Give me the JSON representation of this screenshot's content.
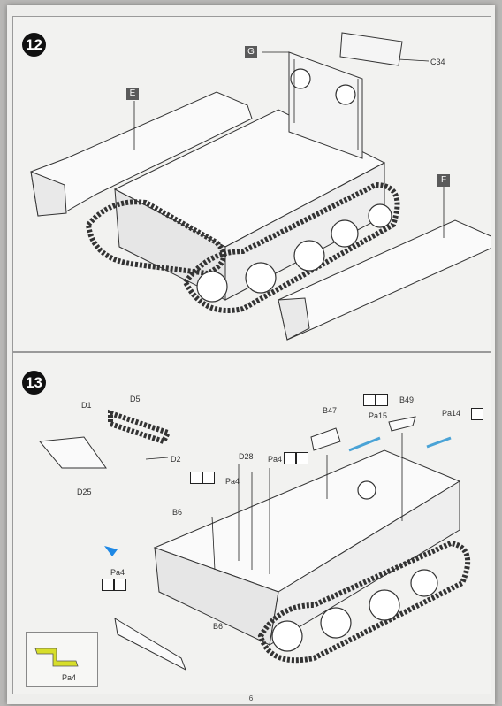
{
  "step12": {
    "number": "12",
    "callouts": {
      "g": "G",
      "e": "E",
      "f": "F"
    },
    "labels": {
      "c34": "C34"
    }
  },
  "step13": {
    "number": "13",
    "labels": {
      "d1": "D1",
      "d5": "D5",
      "d2": "D2",
      "d25": "D25",
      "d28": "D28",
      "pa4_top": "Pa4",
      "pa4_mid": "Pa4",
      "pa4_left": "Pa4",
      "b6_left": "B6",
      "b6_bottom": "B6",
      "b47": "B47",
      "pa15": "Pa15",
      "b49": "B49",
      "pa14": "Pa14",
      "inset_pa4": "Pa4"
    }
  },
  "page_number": "6",
  "colors": {
    "inset_part": "#d7de2a",
    "arrow": "#1e88e5"
  }
}
